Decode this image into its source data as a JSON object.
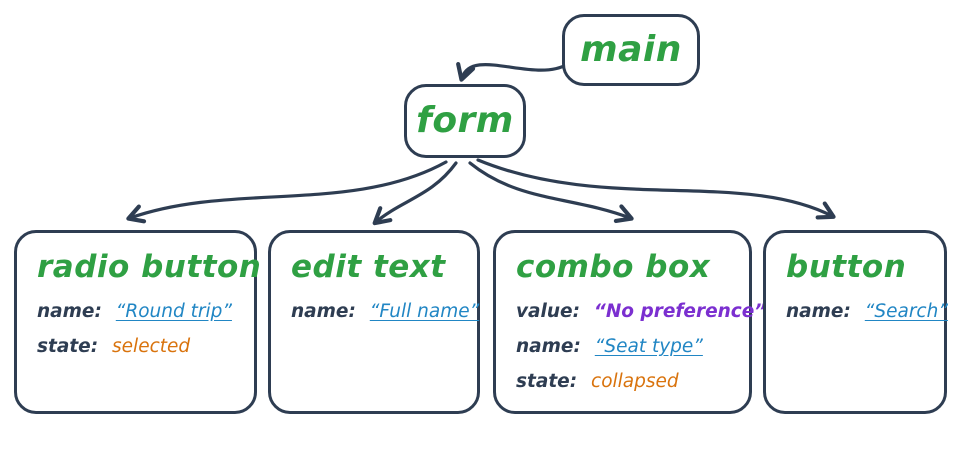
{
  "colors": {
    "ink": "#2e3d52",
    "green": "#2fa043",
    "blue": "#2186c4",
    "purple": "#7b2fd0",
    "orange": "#d9730d",
    "bg": "#ffffff"
  },
  "nodes": {
    "main": {
      "title": "main"
    },
    "form": {
      "title": "form"
    },
    "radio_button": {
      "title": "radio button",
      "props": [
        {
          "label": "name:",
          "value": "“Round trip”"
        },
        {
          "label": "state:",
          "value": "selected"
        }
      ]
    },
    "edit_text": {
      "title": "edit text",
      "props": [
        {
          "label": "name:",
          "value": "“Full name”"
        }
      ]
    },
    "combo_box": {
      "title": "combo box",
      "props": [
        {
          "label": "value:",
          "value": "“No preference”"
        },
        {
          "label": "name:",
          "value": "“Seat type”"
        },
        {
          "label": "state:",
          "value": "collapsed"
        }
      ]
    },
    "button": {
      "title": "button",
      "props": [
        {
          "label": "name:",
          "value": "“Search”"
        }
      ]
    }
  }
}
